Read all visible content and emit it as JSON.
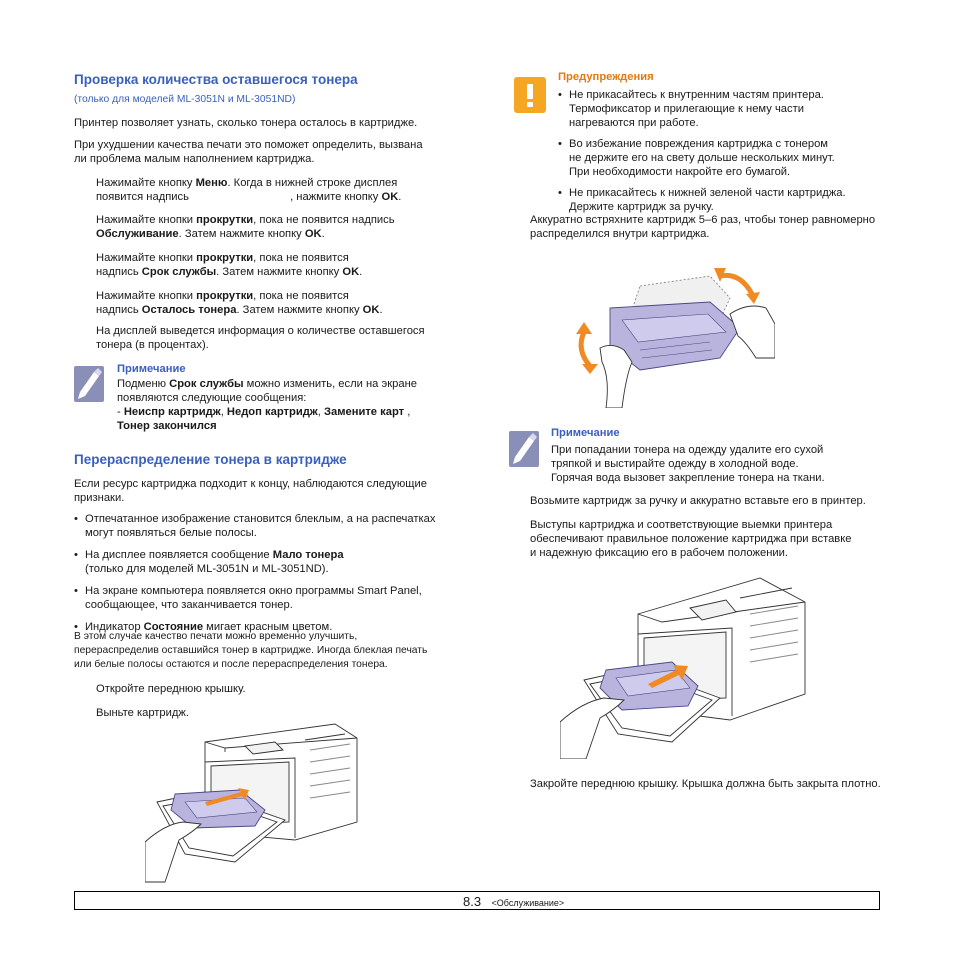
{
  "left": {
    "title1": "Проверка количества оставшегося тонера",
    "subtitle1": "(только для моделей ML-3051N и ML-3051ND)",
    "para1": "Принтер позволяет узнать, сколько тонера осталось в картридже.",
    "para2_l1": "При ухудшении качества печати это поможет определить, вызвана",
    "para2_l2": "ли проблема малым наполнением картриджа.",
    "step1_l1_pre": "Нажимайте кнопку ",
    "step1_l1_b": "Меню",
    "step1_l1_post": ". Когда в нижней строке дисплея",
    "step1_l2_pre": "появится надпись ",
    "step1_l2_mid": ", нажмите кнопку ",
    "step1_l2_b": "OK",
    "step1_l2_post": ".",
    "step2_l1_pre": "Нажимайте кнопки ",
    "step2_l1_b": "прокрутки",
    "step2_l1_post": ", пока не появится надпись",
    "step2_l2_b": "Обслуживание",
    "step2_l2_mid": ". Затем нажмите кнопку ",
    "step2_l2_b2": "OK",
    "step2_l2_post": ".",
    "step3_l1_pre": "Нажимайте кнопки ",
    "step3_l1_b": "прокрутки",
    "step3_l1_post": ", пока не появится",
    "step3_l2_pre": "надпись ",
    "step3_l2_b": "Срок службы",
    "step3_l2_mid": ". Затем нажмите кнопку ",
    "step3_l2_b2": "OK",
    "step3_l2_post": ".",
    "step4_l1_pre": "Нажимайте кнопки ",
    "step4_l1_b": "прокрутки",
    "step4_l1_post": ", пока не появится",
    "step4_l2_pre": "надпись ",
    "step4_l2_b": "Осталось тонера",
    "step4_l2_mid": ". Затем нажмите кнопку ",
    "step4_l2_b2": "OK",
    "step4_l2_post": ".",
    "step5_l1": "На дисплей выведется информация о количестве оставшегося",
    "step5_l2": "тонера (в процентах).",
    "note1_title": "Примечание",
    "note1_l1_pre": "Подменю ",
    "note1_l1_b": "Срок службы",
    "note1_l1_post": " можно изменить, если на экране",
    "note1_l2": "появляются следующие сообщения:",
    "note1_l3_dash": "- ",
    "note1_l3_b1": "Неиспр  картридж",
    "note1_l3_s1": ", ",
    "note1_l3_b2": "Недоп картридж",
    "note1_l3_s2": ", ",
    "note1_l3_b3": "Замените карт",
    "note1_l3_s3": " ,",
    "note1_l4_b": "Тонер закончился",
    "title2": "Перераспределение тонера в картридже",
    "para3_l1": "Если ресурс картриджа подходит к концу, наблюдаются следующие",
    "para3_l2": "признаки.",
    "b1_l1": "Отпечатанное изображение становится блеклым, а на распечатках",
    "b1_l2": "могут появляться белые полосы.",
    "b2_l1_pre": "На дисплее появляется сообщение ",
    "b2_l1_b": "Мало тонера",
    "b2_l2": "(только для моделей ML-3051N и ML-3051ND).",
    "b3_l1": "На экране компьютера появляется окно программы Smart Panel,",
    "b3_l2": "сообщающее, что заканчивается тонер.",
    "b4_pre": "Индикатор ",
    "b4_b": "Состояние",
    "b4_post": " мигает красным цветом.",
    "para4_l1": "В этом случае качество печати можно временно улучшить,",
    "para4_l2": "перераспределив оставшийся тонер в картридже. Иногда блеклая печать",
    "para4_l3": "или белые полосы остаются и после перераспределения тонера.",
    "step6": "Откройте переднюю крышку.",
    "step7": "Выньте картридж."
  },
  "right": {
    "warn_title": "Предупреждения",
    "w1_l1": "Не прикасайтесь к внутренним частям принтера.",
    "w1_l2": "Термофиксатор и прилегающие к нему части",
    "w1_l3": "нагреваются при работе.",
    "w2_l1": "Во избежание повреждения картриджа с тонером",
    "w2_l2": "не держите его на свету дольше нескольких минут.",
    "w2_l3": "При необходимости накройте его бумагой.",
    "w3_l1": "Не прикасайтесь к нижней зеленой части картриджа.",
    "w3_l2": "Держите картридж за ручку.",
    "para5_l1": "Аккуратно встряхните картридж 5–6 раз, чтобы тонер равномерно",
    "para5_l2": "распределился внутри картриджа.",
    "note2_title": "Примечание",
    "note2_l1": "При попадании тонера на одежду удалите его сухой",
    "note2_l2": "тряпкой и выстирайте одежду в холодной воде.",
    "note2_l3": "Горячая вода вызовет закрепление тонера на ткани.",
    "para6": "Возьмите картридж за ручку и аккуратно вставьте его в принтер.",
    "para7_l1": "Выступы картриджа и соответствующие выемки принтера",
    "para7_l2": "обеспечивают правильное положение картриджа при вставке",
    "para7_l3": "и надежную фиксацию его в рабочем положении.",
    "para8": "Закройте переднюю крышку. Крышка должна быть закрыта плотно."
  },
  "footer": {
    "page": "8.3",
    "section": "<Обслуживание>"
  },
  "colors": {
    "heading": "#3b5fbf",
    "warning": "#e07b12",
    "note_icon": "#8a8fb8",
    "arrow": "#f08a24",
    "cartridge": "#b9b4de"
  }
}
